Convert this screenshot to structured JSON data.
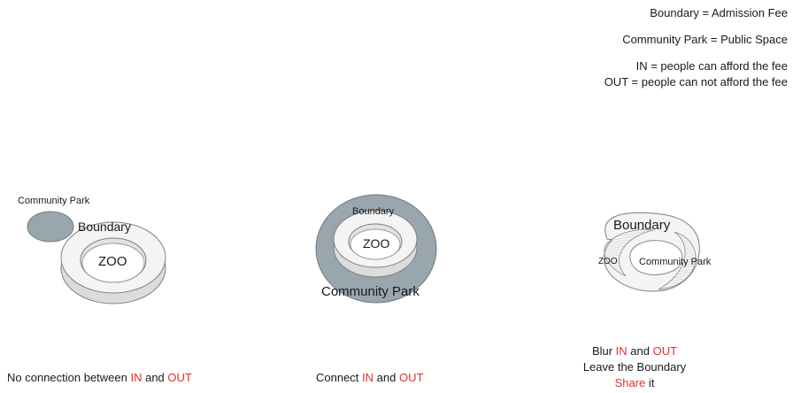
{
  "legend": {
    "line1": "Boundary = Admission Fee",
    "line2": "Community Park = Public Space",
    "line3": "IN = people can afford the fee",
    "line4": "OUT = people can not afford the fee"
  },
  "diagram1": {
    "park_label": "Community Park",
    "boundary_label": "Boundary",
    "zoo_label": "ZOO",
    "caption": {
      "prefix": "No connection between ",
      "in": "IN",
      "and": " and ",
      "out": "OUT"
    }
  },
  "diagram2": {
    "boundary_label": "Boundary",
    "zoo_label": "ZOO",
    "park_label": "Community Park",
    "caption": {
      "prefix": "Connect ",
      "in": "IN",
      "and": " and ",
      "out": "OUT"
    }
  },
  "diagram3": {
    "boundary_label": "Boundary",
    "zoo_label": "ZOO",
    "park_label": "Community Park",
    "caption": {
      "line1_prefix": "Blur ",
      "in": "IN",
      "and": " and ",
      "out": "OUT",
      "line2": "Leave the Boundary",
      "line3_word": "Share",
      "line3_rest": " it"
    }
  },
  "colors": {
    "park_fill": "#9aa6ae",
    "ring_fill": "#f4f4f4",
    "accent_red": "#e0312d"
  }
}
